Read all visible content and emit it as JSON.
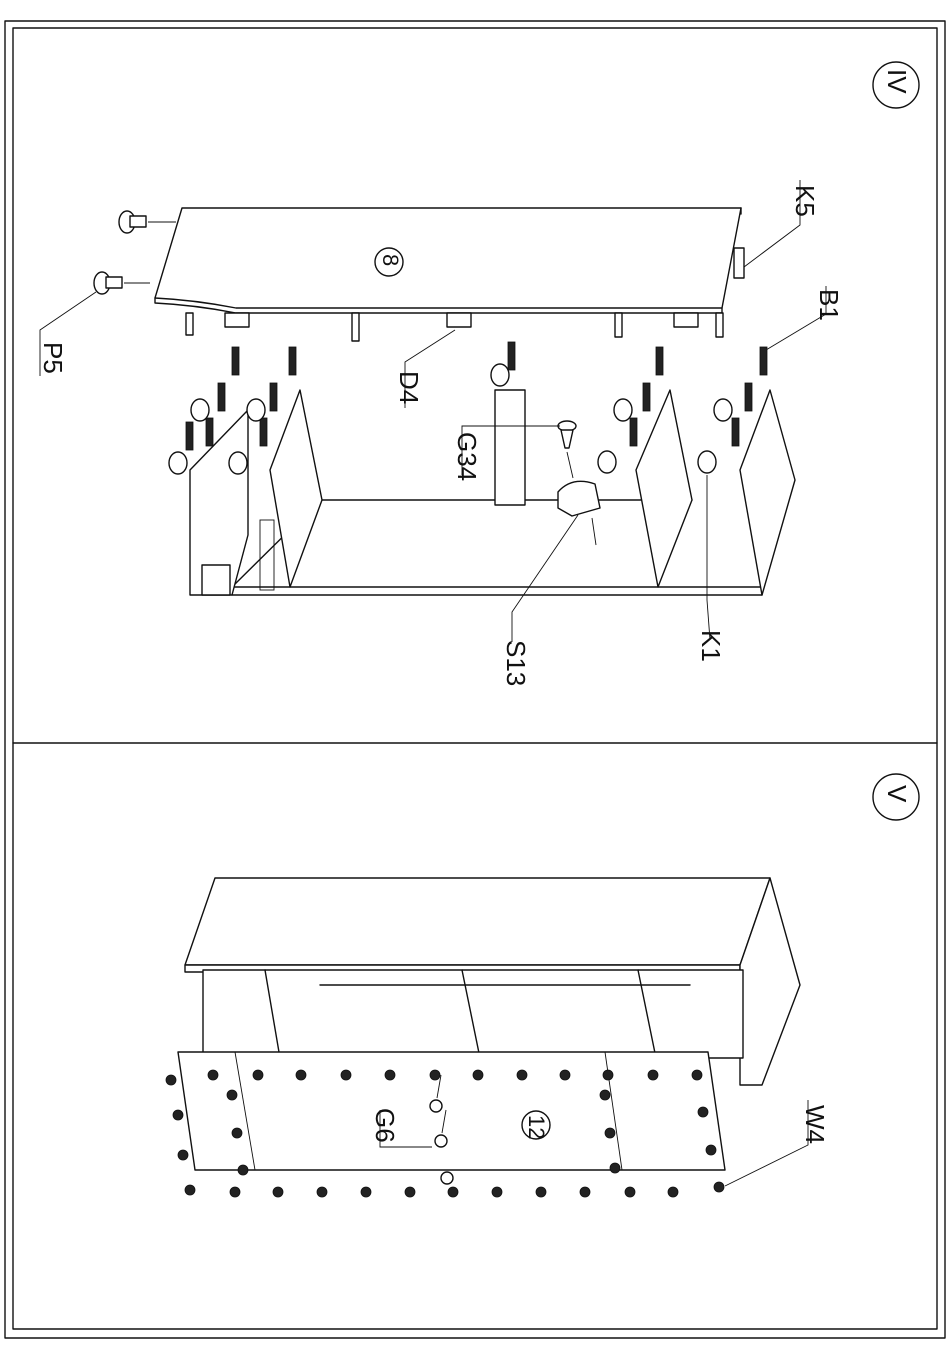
{
  "steps": [
    {
      "step_number": "IV",
      "panel_number": "8",
      "labels": {
        "p5": "P5",
        "k5": "K5",
        "b1": "B1",
        "d4": "D4",
        "g34": "G34",
        "s13": "S13",
        "k1": "K1"
      }
    },
    {
      "step_number": "V",
      "panel_number": "12",
      "labels": {
        "g6": "G6",
        "w4": "W4"
      }
    }
  ]
}
